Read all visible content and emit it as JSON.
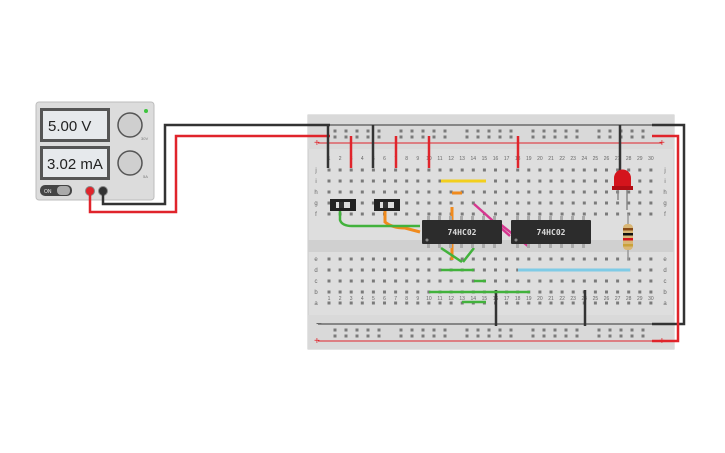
{
  "power_supply": {
    "voltage_display": "5.00 V",
    "current_display": "3.02 mA",
    "power_button_label": "ON",
    "status_led": "on",
    "knob_scale_voltage": "30V",
    "knob_scale_current": "5A"
  },
  "breadboard": {
    "column_numbers": [
      "1",
      "2",
      "3",
      "4",
      "5",
      "6",
      "7",
      "8",
      "9",
      "10",
      "11",
      "12",
      "13",
      "14",
      "15",
      "16",
      "17",
      "18",
      "19",
      "20",
      "21",
      "22",
      "23",
      "24",
      "25",
      "26",
      "27",
      "28",
      "29",
      "30"
    ],
    "row_letters_top": [
      "j",
      "i",
      "h",
      "g",
      "f"
    ],
    "row_letters_bottom": [
      "e",
      "d",
      "c",
      "b",
      "a"
    ],
    "rail_minus": "−",
    "rail_plus": "+"
  },
  "chips": [
    {
      "label": "74HC02"
    },
    {
      "label": "74HC02"
    }
  ],
  "components": {
    "switches": [
      "slide-switch-1",
      "slide-switch-2"
    ],
    "led": "red-led",
    "resistor": "resistor"
  },
  "colors": {
    "wire_red": "#e0242b",
    "wire_black": "#333333",
    "wire_green": "#42b23c",
    "wire_orange": "#f08a1c",
    "wire_yellow": "#f2cf1d",
    "wire_pink": "#d6368f",
    "wire_cyan": "#7fcbe6",
    "chip_body": "#2c2c2c",
    "lcd_bg": "#e6e9ec",
    "psu_body": "#dcdcdc"
  }
}
